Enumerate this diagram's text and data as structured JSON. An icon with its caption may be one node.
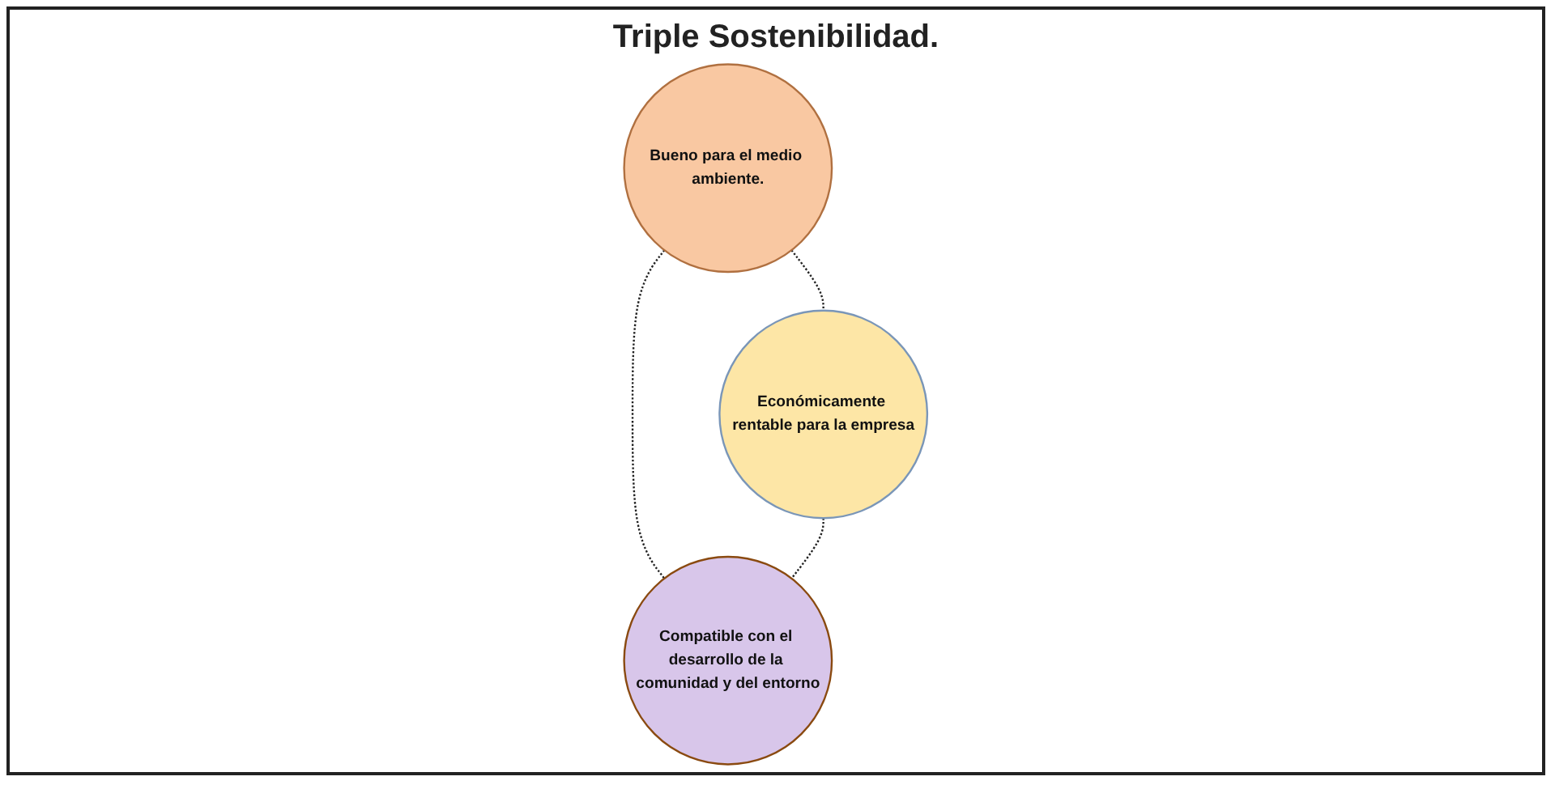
{
  "diagram": {
    "nodes": [
      {
        "text": [
          "Bueno para el medio ambiente."
        ]
      },
      {
        "text": [
          "Económicamente rentable para la empresa"
        ]
      },
      {
        "text": [
          "Compatible con el desarrollo de la comunidad y del entorno"
        ]
      }
    ],
    "edges": [
      {
        "from": 0,
        "to": 1,
        "arrow": "none",
        "style": "dashed"
      },
      {
        "from": 0,
        "to": 2,
        "arrow": "none",
        "style": "dashed"
      },
      {
        "from": 1,
        "to": 2,
        "arrow": "none",
        "style": "dashed"
      }
    ],
    "labels": [
      "Triple Sostenibilidad."
    ]
  }
}
